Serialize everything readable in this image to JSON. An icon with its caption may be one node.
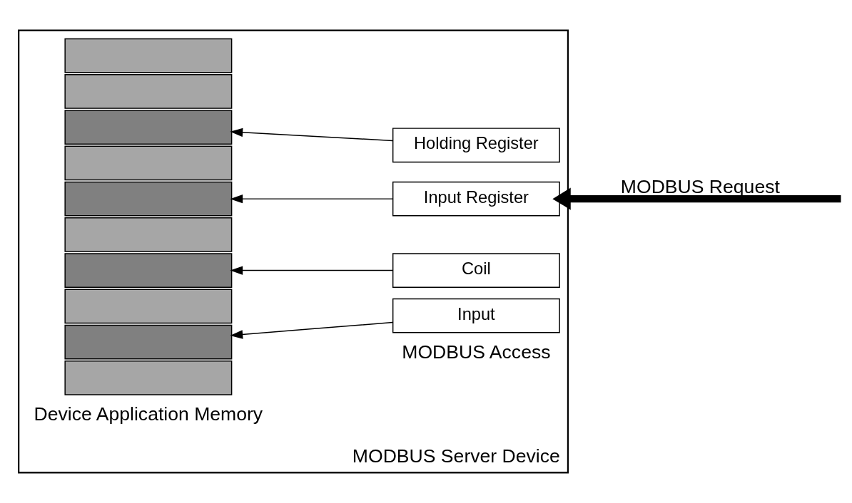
{
  "diagram": {
    "nodes": [
      {
        "text": [
          "MODBUS Server Device"
        ]
      },
      {
        "text": [],
        "shape": "box",
        "in": 0
      },
      {
        "text": [],
        "shape": "box",
        "in": 0
      },
      {
        "text": [],
        "shape": "box",
        "in": 0
      },
      {
        "text": [],
        "shape": "box",
        "in": 0
      },
      {
        "text": [],
        "shape": "box",
        "in": 0
      },
      {
        "text": [],
        "shape": "box",
        "in": 0
      },
      {
        "text": [],
        "shape": "box",
        "in": 0
      },
      {
        "text": [],
        "shape": "box",
        "in": 0
      },
      {
        "text": [],
        "shape": "box",
        "in": 0
      },
      {
        "text": [],
        "shape": "box",
        "in": 0
      },
      {
        "text": [
          "Input"
        ],
        "in": 0
      },
      {
        "text": [
          "Coil"
        ],
        "in": 0
      },
      {
        "text": [
          "Input Register"
        ],
        "in": 0
      },
      {
        "text": [
          "Holding Register"
        ],
        "in": 0
      }
    ],
    "edges": [
      {
        "from": 11,
        "to": 2,
        "arrow": "to"
      },
      {
        "from": 12,
        "to": 4,
        "arrow": "to"
      },
      {
        "from": 13,
        "to": 6,
        "arrow": "to"
      },
      {
        "from": 14,
        "to": 8,
        "arrow": "to"
      },
      {
        "from": null,
        "to": 13,
        "arrow": "to",
        "style": "thick",
        "label": "MODBUS Request"
      }
    ],
    "labels": [
      "Device Application Memory",
      "MODBUS Access"
    ]
  }
}
